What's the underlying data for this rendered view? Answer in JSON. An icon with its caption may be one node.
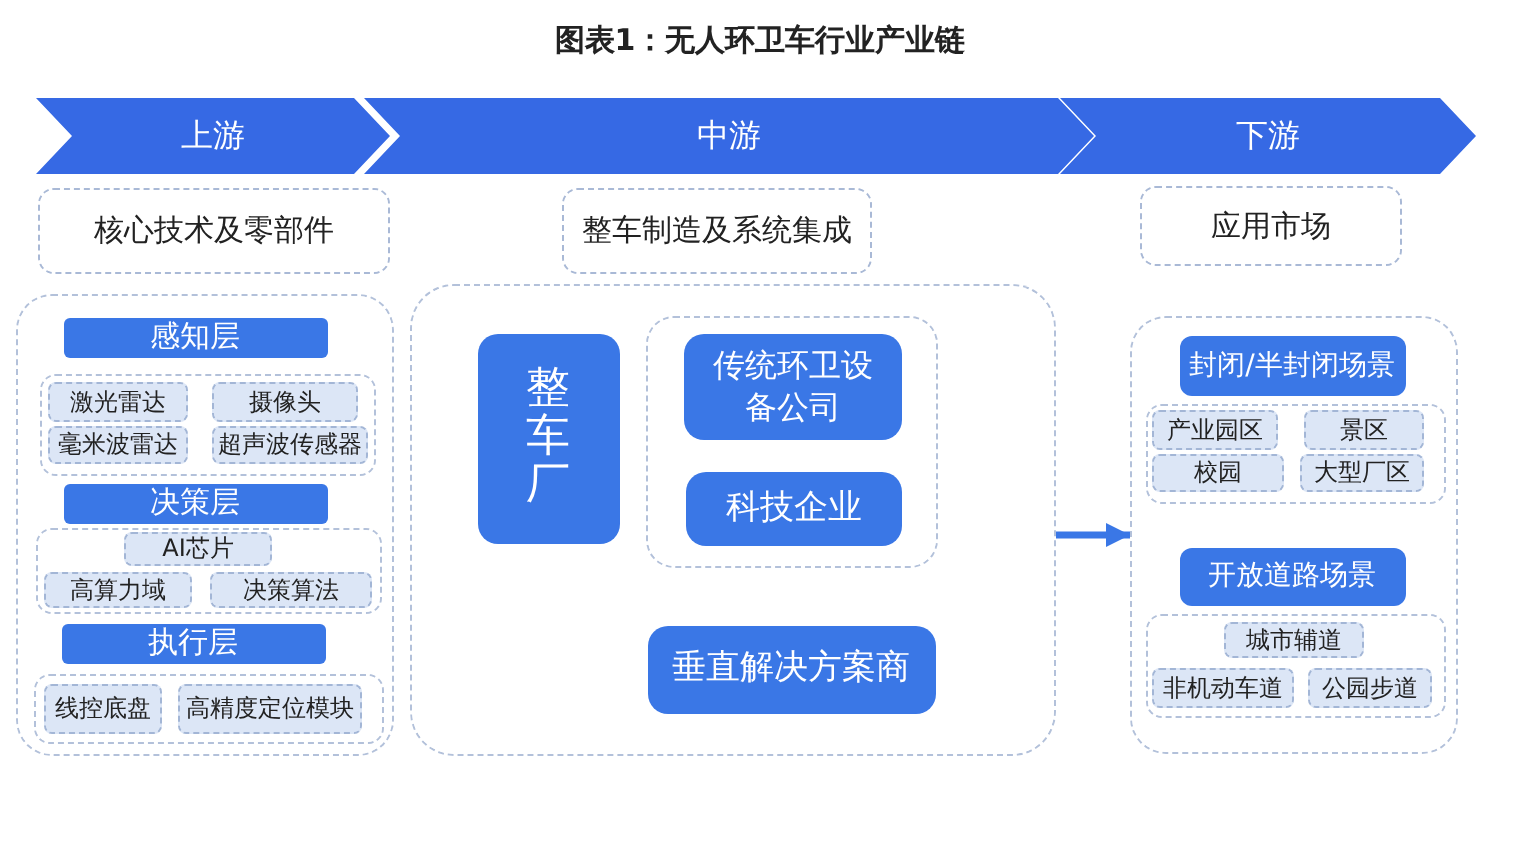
{
  "diagram": {
    "title": "图表1：无人环卫车行业产业链",
    "nodes": [
      {
        "text": [
          "上游"
        ]
      },
      {
        "text": [
          "中游"
        ]
      },
      {
        "text": [
          "下游"
        ]
      },
      {
        "text": [
          "核心技术及零部件"
        ]
      },
      {
        "text": [
          "整车制造及系统集成"
        ]
      },
      {
        "text": [
          "应用市场"
        ]
      },
      {
        "text": [],
        "shape": "box"
      },
      {
        "text": [
          "感知层"
        ],
        "in": 6
      },
      {
        "text": [],
        "shape": "box",
        "in": 6
      },
      {
        "text": [
          "激光雷达"
        ],
        "in": 8
      },
      {
        "text": [
          "摄像头"
        ],
        "in": 8
      },
      {
        "text": [
          "毫米波雷达"
        ],
        "in": 8
      },
      {
        "text": [
          "超声波传感器"
        ],
        "in": 8
      },
      {
        "text": [
          "决策层"
        ],
        "in": 6
      },
      {
        "text": [],
        "shape": "box",
        "in": 6
      },
      {
        "text": [
          "AI芯片"
        ],
        "in": 14
      },
      {
        "text": [
          "高算力域"
        ],
        "in": 14
      },
      {
        "text": [
          "决策算法"
        ],
        "in": 14
      },
      {
        "text": [
          "执行层"
        ],
        "in": 6
      },
      {
        "text": [],
        "shape": "box",
        "in": 6
      },
      {
        "text": [
          "线控底盘"
        ],
        "in": 19
      },
      {
        "text": [
          "高精度定位模块"
        ],
        "in": 19
      },
      {
        "text": [],
        "shape": "box"
      },
      {
        "text": [
          "整车厂"
        ],
        "in": 22
      },
      {
        "text": [],
        "shape": "box",
        "in": 22
      },
      {
        "text": [
          "传统环卫设备公司"
        ],
        "in": 24
      },
      {
        "text": [
          "科技企业"
        ],
        "in": 24
      },
      {
        "text": [
          "垂直解决方案商"
        ],
        "in": 22
      },
      {
        "text": [],
        "shape": "box"
      },
      {
        "text": [
          "封闭/半封闭场景"
        ],
        "in": 28
      },
      {
        "text": [],
        "shape": "box",
        "in": 28
      },
      {
        "text": [
          "产业园区"
        ],
        "in": 30
      },
      {
        "text": [
          "景区"
        ],
        "in": 30
      },
      {
        "text": [
          "校园"
        ],
        "in": 30
      },
      {
        "text": [
          "大型厂区"
        ],
        "in": 30
      },
      {
        "text": [
          "开放道路场景"
        ],
        "in": 28
      },
      {
        "text": [],
        "shape": "box",
        "in": 28
      },
      {
        "text": [
          "城市辅道"
        ],
        "in": 36
      },
      {
        "text": [
          "非机动车道"
        ],
        "in": 36
      },
      {
        "text": [
          "公园步道"
        ],
        "in": 36
      }
    ],
    "edges": [
      {
        "from": 22,
        "to": 28,
        "arrow": "to"
      }
    ]
  }
}
